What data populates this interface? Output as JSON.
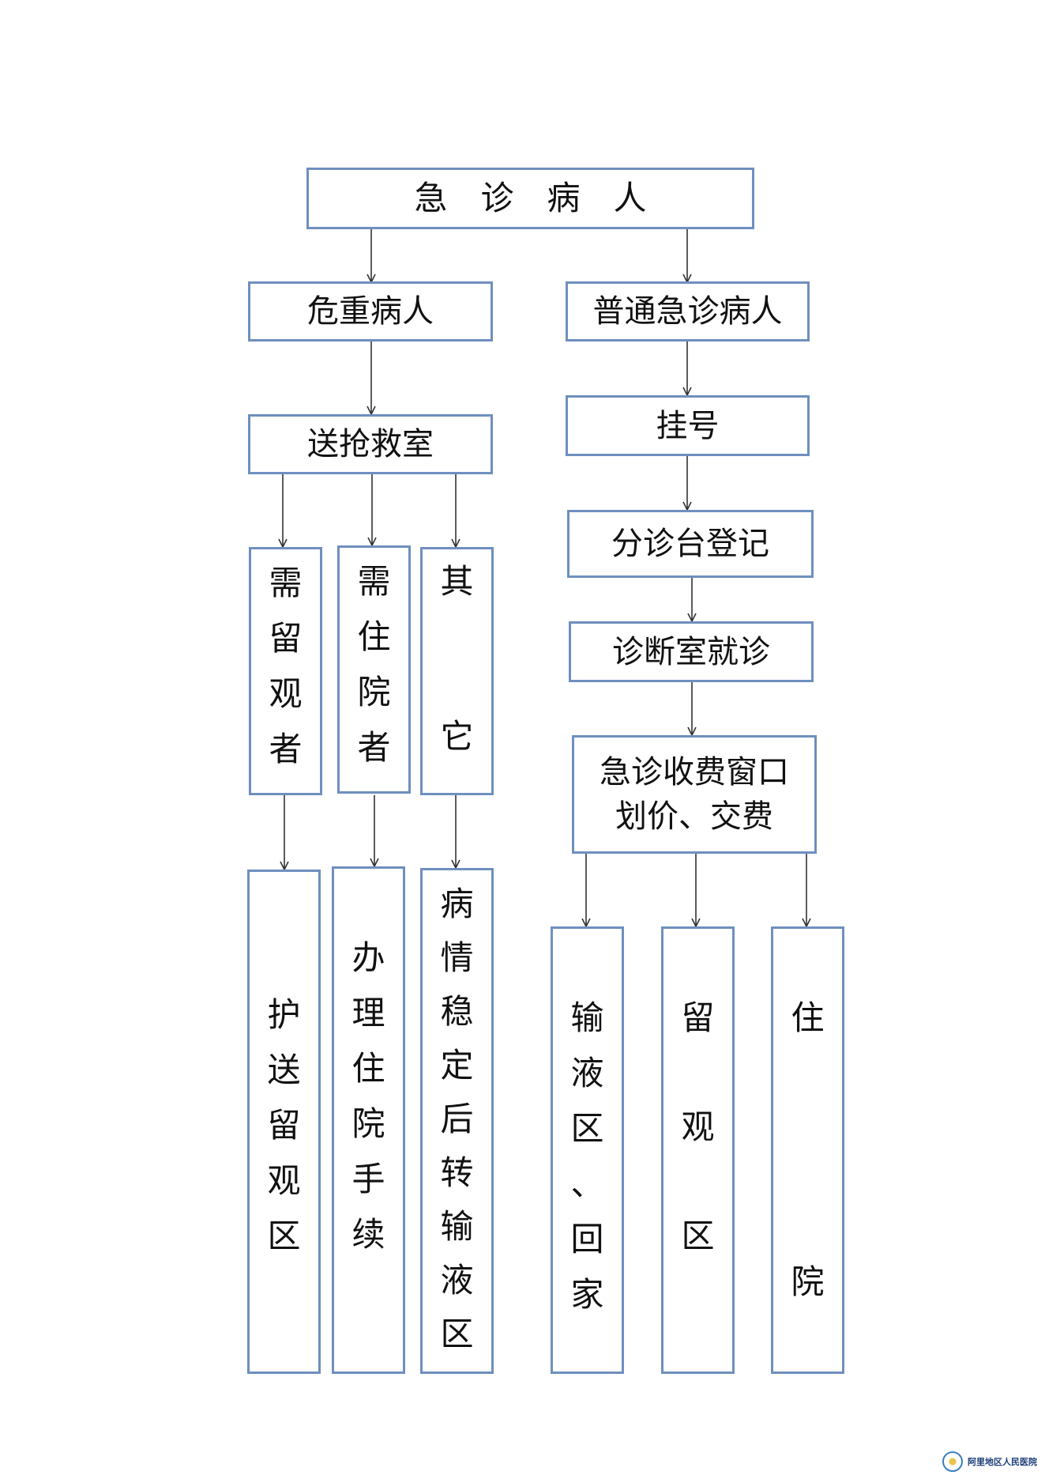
{
  "diagram": {
    "top": "急　诊　病　人",
    "critical": "危重病人",
    "normal": "普通急诊病人",
    "rescue_room": "送抢救室",
    "register": "挂号",
    "triage": "分诊台登记",
    "consult": "诊断室就诊",
    "cashier_line1": "急诊收费窗口",
    "cashier_line2": "划价、交费",
    "need_observe": [
      "需",
      "留",
      "观",
      "者"
    ],
    "need_hospital": [
      "需",
      "住",
      "院",
      "者"
    ],
    "other": [
      "其",
      "它"
    ],
    "escort_observe": [
      "护",
      "送",
      "留",
      "观",
      "区"
    ],
    "admission_proc": [
      "办",
      "理",
      "住",
      "院",
      "手",
      "续"
    ],
    "stable_transfer": [
      "病",
      "情",
      "稳",
      "定",
      "后",
      "转",
      "输",
      "液",
      "区"
    ],
    "infusion_home": [
      "输",
      "液",
      "区",
      "、",
      "回",
      "家"
    ],
    "observation": [
      "留",
      "观",
      "区"
    ],
    "hospitalize": [
      "住",
      "院"
    ]
  },
  "colors": {
    "box_border": "#6f8fbf",
    "arrow": "#333333",
    "text": "#111111"
  },
  "logo": {
    "name": "阿里地区人民医院"
  }
}
